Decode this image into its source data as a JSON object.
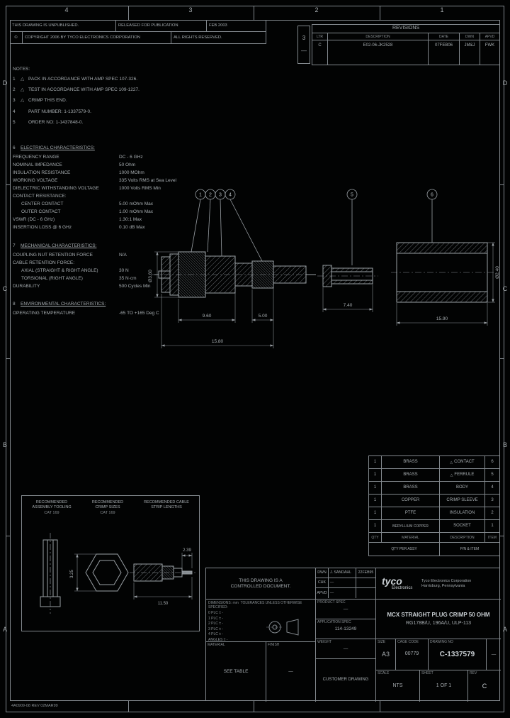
{
  "sheet": {
    "footer_note": "4A0909-08  REV  02MAR99"
  },
  "zones": {
    "top": [
      "4",
      "3",
      "2",
      "1"
    ],
    "left": [
      "D",
      "C",
      "B",
      "A"
    ],
    "right": [
      "D",
      "C",
      "B",
      "A"
    ]
  },
  "stamp": {
    "unpublished": "THIS DRAWING IS UNPUBLISHED.",
    "released": "RELEASED FOR PUBLICATION",
    "released_date": "FEB 2003",
    "copyright_symbol": "©",
    "copyright": "COPYRIGHT 2006 BY TYCO ELECTRONICS CORPORATION",
    "rights": "ALL RIGHTS RESERVED."
  },
  "revisions": {
    "zone_marker": "3",
    "zone_dash": "—",
    "title": "REVISIONS",
    "headers": {
      "ltr": "LTR",
      "description": "DESCRIPTION",
      "date": "DATE",
      "dwn": "DWN",
      "apvd": "APVD"
    },
    "rows": [
      {
        "ltr": "C",
        "description": "E02-06-JK2528",
        "date": "07FEB06",
        "dwn": "JM&J",
        "apvd": "FWK"
      }
    ]
  },
  "notes": {
    "title": "NOTES:",
    "items": [
      {
        "num": "1",
        "flag": "△",
        "text": "PACK IN ACCORDANCE WITH AMP SPEC 107-326."
      },
      {
        "num": "2",
        "flag": "△",
        "text": "TEST IN ACCORDANCE WITH AMP SPEC 109-1227."
      },
      {
        "num": "3",
        "flag": "△",
        "text": "CRIMP THIS END."
      },
      {
        "num": "4",
        "flag": "",
        "text": "PART NUMBER: 1-1337579-0."
      },
      {
        "num": "5",
        "flag": "",
        "text": "ORDER NO: 1-1437848-0."
      }
    ]
  },
  "electrical": {
    "num": "6",
    "title": "ELECTRICAL CHARACTERISTICS:",
    "rows": [
      {
        "label": "FREQUENCY RANGE",
        "value": "DC - 6 GHz"
      },
      {
        "label": "NOMINAL IMPEDANCE",
        "value": "50 Ohm"
      },
      {
        "label": "INSULATION RESISTANCE",
        "value": "1000 MOhm"
      },
      {
        "label": "WORKING VOLTAGE",
        "value": "335 Volts RMS at Sea Level"
      },
      {
        "label": "DIELECTRIC WITHSTANDING VOLTAGE",
        "value": "1000 Volts RMS Min"
      },
      {
        "label": "CONTACT RESISTANCE:",
        "value": ""
      },
      {
        "label": "CENTER CONTACT",
        "value": "5.00 mOhm Max"
      },
      {
        "label": "OUTER CONTACT",
        "value": "1.00 mOhm Max"
      },
      {
        "label": "VSWR (DC - 6 GHz)",
        "value": "1.30:1 Max"
      },
      {
        "label": "INSERTION LOSS @ 6 GHz",
        "value": "0.10 dB Max"
      }
    ]
  },
  "mechanical": {
    "num": "7",
    "title": "MECHANICAL CHARACTERISTICS:",
    "rows": [
      {
        "label": "COUPLING NUT RETENTION FORCE",
        "value": "N/A"
      },
      {
        "label": "CABLE RETENTION FORCE:",
        "value": ""
      },
      {
        "label": "AXIAL (STRAIGHT & RIGHT ANGLE)",
        "value": "30 N"
      },
      {
        "label": "TORSIONAL (RIGHT ANGLE)",
        "value": "35 N·cm"
      },
      {
        "label": "DURABILITY",
        "value": "500 Cycles Min"
      }
    ]
  },
  "environmental": {
    "num": "8",
    "title": "ENVIRONMENTAL CHARACTERISTICS:",
    "rows": [
      {
        "label": "OPERATING TEMPERATURE",
        "value": "-65 TO +165 Deg C"
      }
    ]
  },
  "drawing": {
    "balloons": [
      "1",
      "2",
      "3",
      "4",
      "5",
      "6"
    ],
    "dims": {
      "body": "9.60",
      "crimp": "5.00",
      "overall": "15.80",
      "dia_body": "Ø3.60",
      "ferrule_len": "7.40",
      "tube_len": "15.90",
      "dia_tube": "Ø2.40"
    }
  },
  "crimp_panel": {
    "col1_title1": "RECOMMENDED",
    "col1_title2": "ASSEMBLY TOOLING",
    "col1_note": "CAT 169",
    "col2_title1": "RECOMMENDED",
    "col2_title2": "CRIMP SIZES",
    "col2_note": "CAT 169",
    "col3_title1": "RECOMMENDED CABLE",
    "col3_title2": "STRIP LENGTHS",
    "dims": {
      "hex": "3.25",
      "conductor": "2.39",
      "total": "11.50"
    }
  },
  "materials": {
    "headers": {
      "qty": "QTY",
      "material": "MATERIAL",
      "description": "DESCRIPTION",
      "item": "ITEM"
    },
    "rows": [
      {
        "qty": "1",
        "material": "BRASS",
        "flag": "△",
        "description": "CONTACT",
        "item": "6"
      },
      {
        "qty": "1",
        "material": "BRASS",
        "flag": "△",
        "description": "FERRULE",
        "item": "5"
      },
      {
        "qty": "1",
        "material": "BRASS",
        "flag": "",
        "description": "BODY",
        "item": "4"
      },
      {
        "qty": "1",
        "material": "COPPER",
        "flag": "",
        "description": "CRIMP SLEEVE",
        "item": "3"
      },
      {
        "qty": "1",
        "material": "PTFE",
        "flag": "",
        "description": "INSULATION",
        "item": "2"
      },
      {
        "qty": "1",
        "material": "BERYLLIUM COPPER",
        "flag": "",
        "description": "SOCKET",
        "item": "1"
      }
    ],
    "footer_left": "QTY PER ASSY",
    "footer_right": "P/N & ITEM"
  },
  "titleblock": {
    "controlled1": "THIS DRAWING IS A",
    "controlled2": "CONTROLLED DOCUMENT.",
    "dwn_label": "DWN",
    "dwn_name": "J. SANDAHL",
    "dwn_date": "22FEB95",
    "chk_label": "CHK",
    "chk_name": "—",
    "chk_date": "",
    "apvd_label": "APVD",
    "apvd_name": "—",
    "apvd_date": "",
    "brand1": "tyco",
    "brand2": "Electronics",
    "corp1": "Tyco Electronics Corporation",
    "corp2": "Harrisburg, Pennsylvania",
    "dims_label": "DIMENSIONS:",
    "units": "mm",
    "tol_note": "TOLERANCES UNLESS OTHERWISE SPECIFIED:",
    "tols": [
      "0 PLC  ± -",
      "1 PLC  ± -",
      "2 PLC  ± -",
      "3 PLC  ± -",
      "4 PLC  ± -",
      "ANGLES  ± -"
    ],
    "material_label": "MATERIAL",
    "material": "SEE TABLE",
    "finish_label": "FINISH",
    "finish": "—",
    "product_spec_label": "PRODUCT SPEC",
    "product_spec": "—",
    "app_spec_label": "APPLICATION SPEC",
    "app_spec": "114-13249",
    "weight_label": "WEIGHT",
    "weight": "—",
    "customer_drawing": "CUSTOMER DRAWING",
    "title1": "MCX STRAIGHT PLUG CRIMP 50 OHM",
    "title2": "RG178B/U, 196A/U, ULP-113",
    "size_label": "SIZE",
    "size": "A3",
    "cage_label": "CAGE CODE",
    "cage": "00779",
    "dwgno_label": "DRAWING NO",
    "dwgno": "C-1337579",
    "restricted": "—",
    "scale_label": "SCALE",
    "scale": "NTS",
    "sheet_label": "SHEET",
    "sheet": "1 OF 1",
    "rev_label": "REV",
    "rev": "C"
  }
}
